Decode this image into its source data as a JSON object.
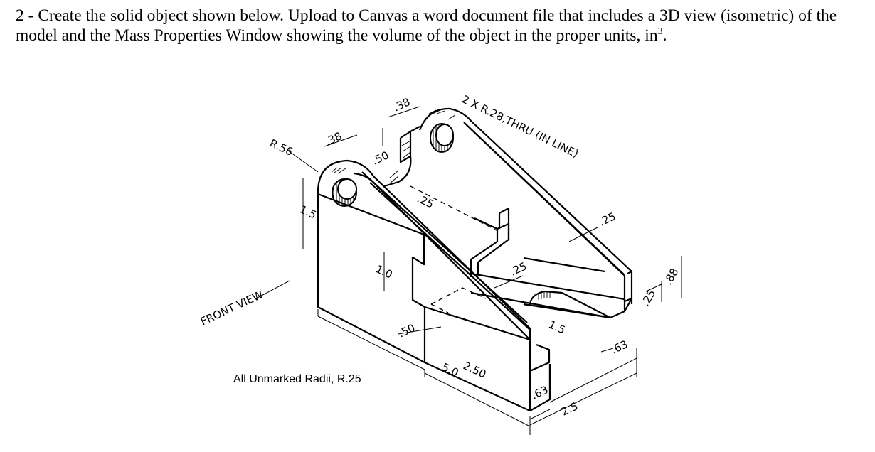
{
  "question": {
    "text": "2 - Create the solid object shown below. Upload to Canvas a word document file that includes a 3D view (isometric) of the model and the Mass Properties Window showing the volume of the object in the proper units, in",
    "superscript": "3",
    "end": "."
  },
  "drawing": {
    "front_view_label": "FRONT VIEW",
    "unmarked_radii_note": "All Unmarked Radii, R.25",
    "hole_callout": "2 X R.28,THRU (IN LINE)",
    "dimensions": {
      "r_56": "R.56",
      "d_38_left": ".38",
      "d_38_top": ".38",
      "d_50_top": ".50",
      "d_1_5_height": "1.5",
      "d_1_0": "1.0",
      "d_25_slot": ".25",
      "d_25_right": ".25",
      "d_25_mid": ".25",
      "d_50_bottom": ".50",
      "d_5_0": "5.0",
      "d_2_50": "2.50",
      "d_63_bottom": ".63",
      "d_1_5_diag": "1.5",
      "d_63_right": ".63",
      "d_2_5": "2.5",
      "d_88": ".88",
      "d_25_base": ".25"
    }
  }
}
